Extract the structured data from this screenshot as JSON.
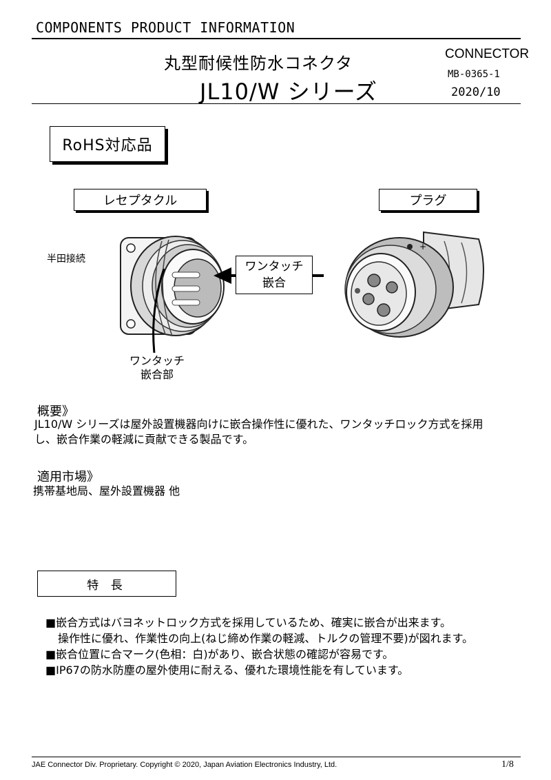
{
  "header": {
    "doc_type": "COMPONENTS PRODUCT INFORMATION",
    "title_jp": "丸型耐候性防水コネクタ",
    "title_series": "JL10/W シリーズ",
    "category": "CONNECTOR",
    "doc_number": "MB-0365-1",
    "date": "2020/10"
  },
  "badge": {
    "rohs": "RoHS対応品"
  },
  "figure": {
    "receptacle_label": "レセプタクル",
    "plug_label": "プラグ",
    "side_note": "半田接続",
    "mating_label_line1": "ワンタッチ",
    "mating_label_line2": "嵌合",
    "mating_part_line1": "ワンタッチ",
    "mating_part_line2": "嵌合部"
  },
  "overview": {
    "heading": "概要》",
    "line1": "JL10/W シリーズは屋外設置機器向けに嵌合操作性に優れた、ワンタッチロック方式を採用",
    "line2": "し、嵌合作業の軽減に貢献できる製品です。"
  },
  "market": {
    "heading": "適用市場》",
    "body": "携帯基地局、屋外設置機器 他"
  },
  "features": {
    "heading": "特 長",
    "items": [
      "■嵌合方式はバヨネットロック方式を採用しているため、確実に嵌合が出来ます。",
      "操作性に優れ、作業性の向上(ねじ締め作業の軽減、トルクの管理不要)が図れます。",
      "■嵌合位置に合マーク(色相：白)があり、嵌合状態の確認が容易です。",
      "■IP67の防水防塵の屋外使用に耐える、優れた環境性能を有しています。"
    ]
  },
  "footer": {
    "copyright": "JAE Connector Div. Proprietary. Copyright ©  2020, Japan Aviation Electronics Industry, Ltd.",
    "page": "1/8"
  }
}
